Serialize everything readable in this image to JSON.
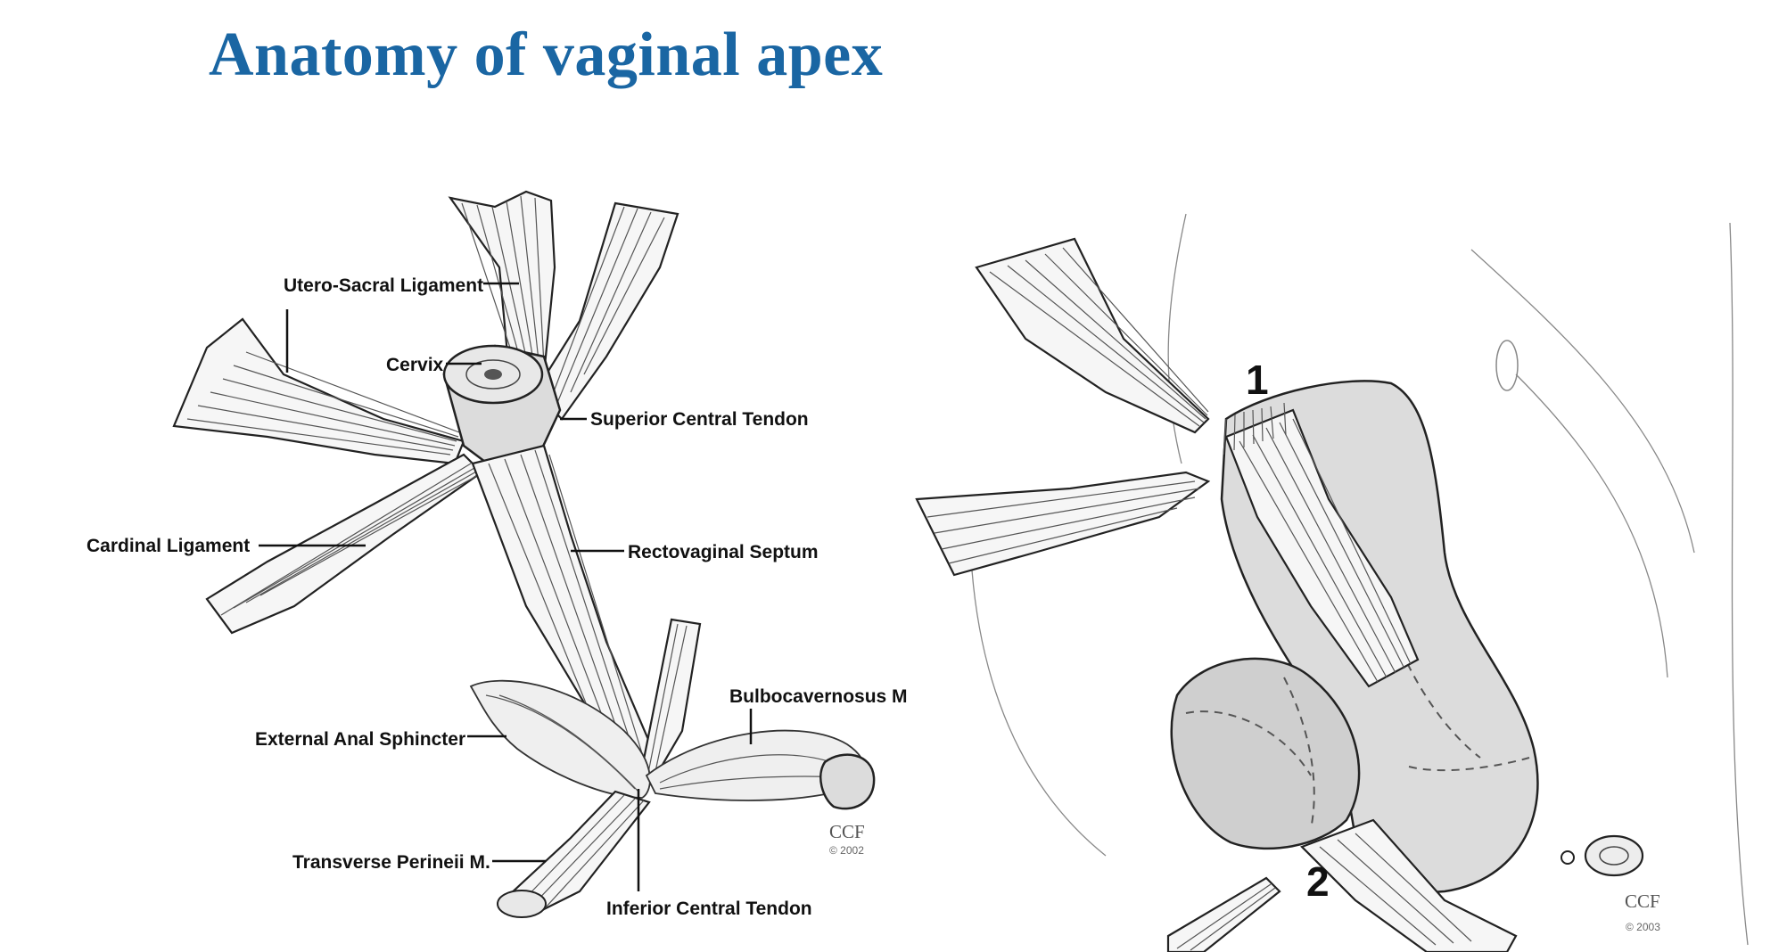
{
  "title": "Anatomy of vaginal apex",
  "left_figure": {
    "labels": {
      "utero_sacral": "Utero-Sacral Ligament",
      "cervix": "Cervix",
      "superior_central": "Superior Central Tendon",
      "cardinal": "Cardinal Ligament",
      "rectovaginal": "Rectovaginal Septum",
      "bulbocavernosus": "Bulbocavernosus M",
      "external_anal": "External Anal Sphincter",
      "transverse_perineii": "Transverse Perineii M.",
      "inferior_central": "Inferior Central Tendon"
    },
    "credit": "CCF",
    "copyright": "© 2002"
  },
  "right_figure": {
    "marker_1": "1",
    "marker_2": "2",
    "credit": "CCF",
    "copyright": "© 2003"
  }
}
